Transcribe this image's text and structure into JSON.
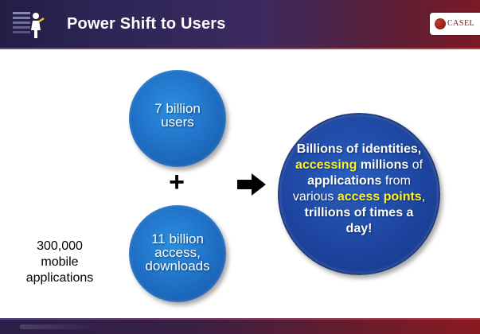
{
  "header": {
    "title": "Power Shift to Users",
    "icon": "figure-with-document-icon",
    "logo_text": "CASEL"
  },
  "circles": {
    "top": {
      "line1": "7 billion",
      "line2": "users"
    },
    "bottom": {
      "line1": "11 billion",
      "line2": "access,",
      "line3": "downloads"
    },
    "big": {
      "l1": "Billions of identities,",
      "l2_hl": "accessing",
      "l2_b": " millions",
      "l2_rest": " of",
      "l3_b": "applications",
      "l3_rest": " from",
      "l4_pre": "various ",
      "l4_hl": "access points",
      "l4_rest": ",",
      "l5": "trillions of times a",
      "l6": "day!"
    }
  },
  "operators": {
    "plus": "+",
    "arrow": "arrow-right-icon"
  },
  "left_text": {
    "line1": "300,000",
    "line2": "mobile",
    "line3": "applications"
  },
  "colors": {
    "header_bg": "#2e2657",
    "circle_blue": "#1f6ec4",
    "big_circle_blue": "#1d45a0",
    "highlight": "#fff12a"
  }
}
